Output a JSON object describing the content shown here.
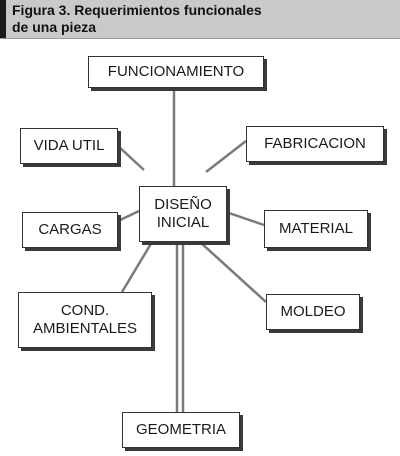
{
  "header": {
    "title_line1": "Figura 3. Requerimientos funcionales",
    "title_line2": "de una pieza"
  },
  "diagram": {
    "center": "DISEÑO\nINICIAL",
    "nodes": {
      "funcionamiento": "FUNCIONAMIENTO",
      "vida_util": "VIDA UTIL",
      "fabricacion": "FABRICACION",
      "cargas": "CARGAS",
      "material": "MATERIAL",
      "cond_ambientales": "COND.\nAMBIENTALES",
      "moldeo": "MOLDEO",
      "geometria": "GEOMETRIA"
    }
  },
  "colors": {
    "header_bg": "#c9c9c9",
    "line": "#7a7a7a"
  }
}
